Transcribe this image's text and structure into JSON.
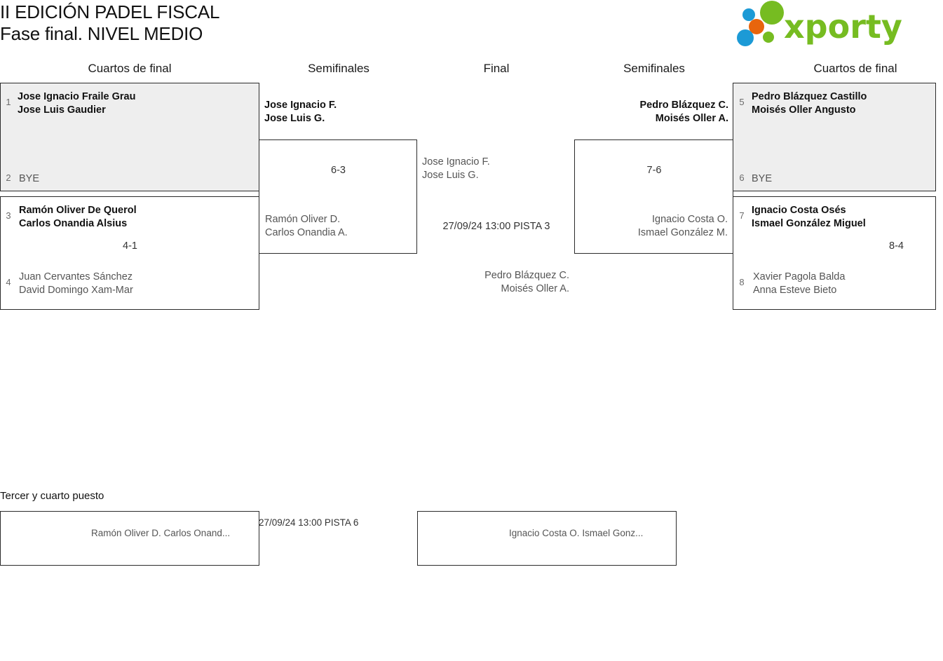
{
  "header": {
    "title_line1": "II EDICIÓN PADEL FISCAL",
    "title_line2": "Fase final. NIVEL MEDIO",
    "logo_text": "xporty"
  },
  "rounds": [
    {
      "label": "Cuartos de final"
    },
    {
      "label": "Semifinales"
    },
    {
      "label": "Final"
    },
    {
      "label": "Semifinales"
    },
    {
      "label": "Cuartos de final"
    }
  ],
  "bracket": {
    "left_quarterfinals": [
      {
        "seed_top": "1",
        "top_p1": "Jose Ignacio Fraile Grau",
        "top_p2": "Jose Luis Gaudier",
        "seed_bottom": "2",
        "bottom_p1": "BYE",
        "bottom_p2": "",
        "score": ""
      },
      {
        "seed_top": "3",
        "top_p1": "Ramón Oliver De Querol",
        "top_p2": "Carlos Onandia Alsius",
        "seed_bottom": "4",
        "bottom_p1": "Juan Cervantes Sánchez",
        "bottom_p2": "David Domingo Xam-Mar",
        "score": "4-1"
      }
    ],
    "right_quarterfinals": [
      {
        "seed_top": "5",
        "top_p1": "Pedro Blázquez Castillo",
        "top_p2": "Moisés Oller Angusto",
        "seed_bottom": "6",
        "bottom_p1": "BYE",
        "bottom_p2": "",
        "score": ""
      },
      {
        "seed_top": "7",
        "top_p1": "Ignacio Costa Osés",
        "top_p2": "Ismael González Miguel",
        "seed_bottom": "8",
        "bottom_p1": "Xavier Pagola Balda",
        "bottom_p2": "Anna Esteve Bieto",
        "score": "8-4"
      }
    ],
    "left_semifinal": {
      "top_p1": "Jose Ignacio F.",
      "top_p2": "Jose Luis G.",
      "bottom_p1": "Ramón Oliver D.",
      "bottom_p2": "Carlos Onandia A.",
      "score": "6-3"
    },
    "right_semifinal": {
      "top_p1": "Pedro Blázquez C.",
      "top_p2": "Moisés Oller A.",
      "bottom_p1": "Ignacio Costa O.",
      "bottom_p2": "Ismael González M.",
      "score": "7-6"
    },
    "final": {
      "top_p1": "Jose Ignacio F.",
      "top_p2": "Jose Luis G.",
      "bottom_p1": "Pedro Blázquez C.",
      "bottom_p2": "Moisés Oller A.",
      "schedule": "27/09/24 13:00 PISTA 3"
    }
  },
  "third_place": {
    "title": "Tercer y cuarto puesto",
    "left_p1": "Ramón Oliver D.",
    "left_p2": "Carlos Onand...",
    "right_p1": "Ignacio Costa O.",
    "right_p2": "Ismael Gonz...",
    "schedule": "27/09/24 13:00 PISTA 6"
  }
}
